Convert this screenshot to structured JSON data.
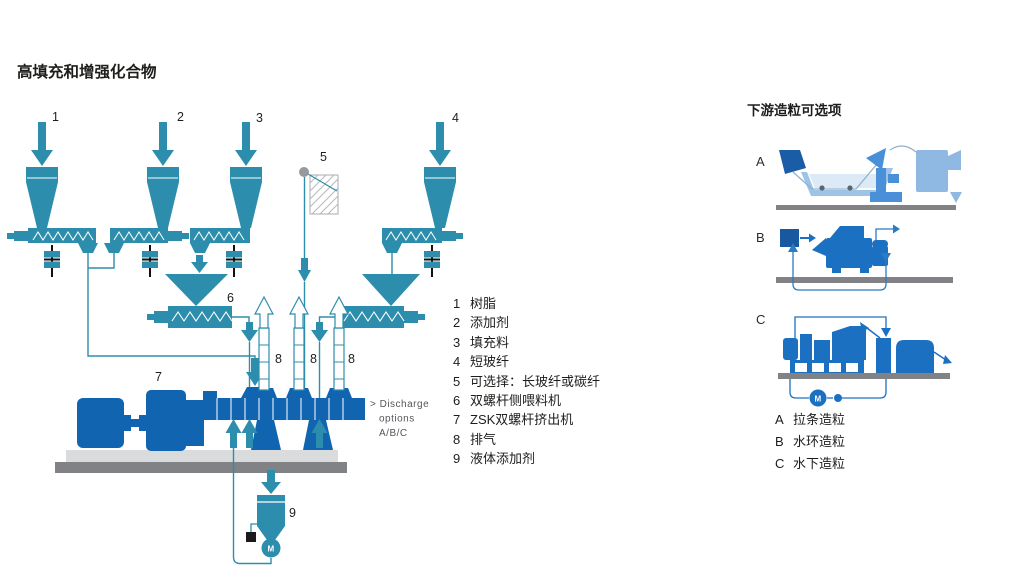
{
  "page": {
    "title": "高填充和增强化合物"
  },
  "main_diagram": {
    "station_labels": [
      "1",
      "2",
      "3",
      "4"
    ],
    "fiber_label": "5",
    "side_feeder_label": "6",
    "extruder_label": "7",
    "vent_labels": [
      "8",
      "8",
      "8"
    ],
    "liquid_label": "9",
    "discharge_note": [
      "> Discharge",
      "options",
      "A/B/C"
    ]
  },
  "legend": {
    "items": [
      {
        "num": "1",
        "text": "树脂"
      },
      {
        "num": "2",
        "text": "添加剂"
      },
      {
        "num": "3",
        "text": "填充料"
      },
      {
        "num": "4",
        "text": "短玻纤"
      },
      {
        "num": "5",
        "text": "可选择：长玻纤或碳纤"
      },
      {
        "num": "6",
        "text": "双螺杆侧喂料机"
      },
      {
        "num": "7",
        "text": "ZSK双螺杆挤出机"
      },
      {
        "num": "8",
        "text": "排气"
      },
      {
        "num": "9",
        "text": "液体添加剂"
      }
    ]
  },
  "right_panel": {
    "title": "下游造粒可选项",
    "option_labels": [
      "A",
      "B",
      "C"
    ],
    "legend": [
      {
        "letter": "A",
        "text": "拉条造粒"
      },
      {
        "letter": "B",
        "text": "水环造粒"
      },
      {
        "letter": "C",
        "text": "水下造粒"
      }
    ]
  },
  "colors": {
    "teal": "#2d8dac",
    "extruder_blue": "#1164b0",
    "panel_blue": "#1c70c2",
    "panel_mid_blue": "#4a90d8",
    "panel_light_blue": "#8fb8e2",
    "panel_pale_blue": "#d9e8f5",
    "ground_gray": "#808285",
    "platform_gray": "#dadbdc",
    "text_black": "#1d1d1b",
    "note_gray": "#54565a"
  }
}
